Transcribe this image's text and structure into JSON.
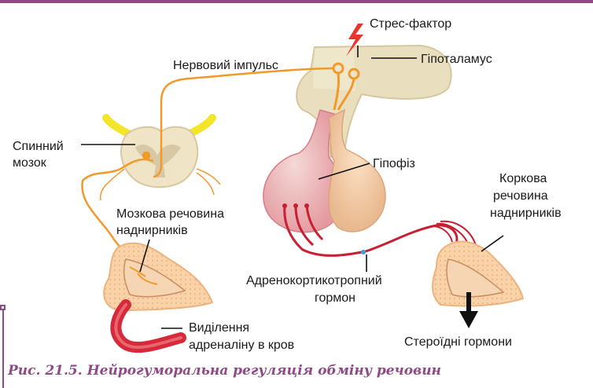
{
  "labels": {
    "stress": "Стрес-фактор",
    "nerve_impulse": "Нервовий імпульс",
    "hypothalamus": "Гіпоталамус",
    "spinal_cord_l1": "Спинний",
    "spinal_cord_l2": "мозок",
    "pituitary": "Гіпофіз",
    "cortex_l1": "Коркова",
    "cortex_l2": "речовина",
    "cortex_l3": "наднирників",
    "medulla_l1": "Мозкова речовина",
    "medulla_l2": "наднирників",
    "acth_l1": "Адренокортикотропний",
    "acth_l2": "гормон",
    "adrenaline_l1": "Виділення",
    "adrenaline_l2": "адреналіну в кров",
    "steroids": "Стероїдні гормони"
  },
  "caption": "Рис. 21.5. Нейрогуморальна регуляція обміну речовин",
  "colors": {
    "frame": "#8e4a86",
    "caption": "#8e4a86",
    "nerve": "#f2992b",
    "vessel": "#d6293a",
    "gland": "#f7c99a",
    "brain": "#ece3c4",
    "stress": "#e8382e",
    "spinal_roots": "#f2e52a"
  },
  "icons": [
    "lightning-icon",
    "arrow-down-icon"
  ]
}
